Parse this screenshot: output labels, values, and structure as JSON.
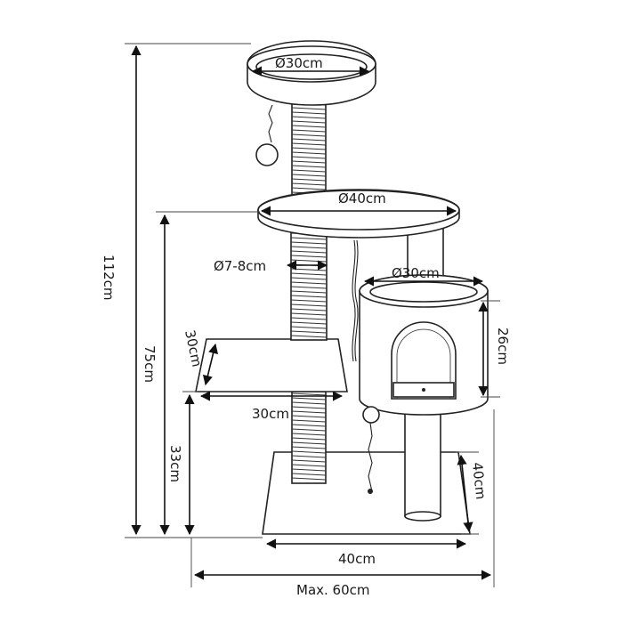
{
  "diagram": {
    "labels": {
      "top_platform_diameter": "Ø30cm",
      "middle_platform_diameter": "Ø40cm",
      "post_diameter": "Ø7-8cm",
      "house_diameter": "Ø30cm",
      "house_height": "26cm",
      "total_height": "112cm",
      "middle_platform_height": "75cm",
      "side_platform_depth": "30cm",
      "side_platform_width": "30cm",
      "side_platform_height": "33cm",
      "base_depth": "40cm",
      "base_width": "40cm",
      "max_width": "Max. 60cm"
    }
  }
}
